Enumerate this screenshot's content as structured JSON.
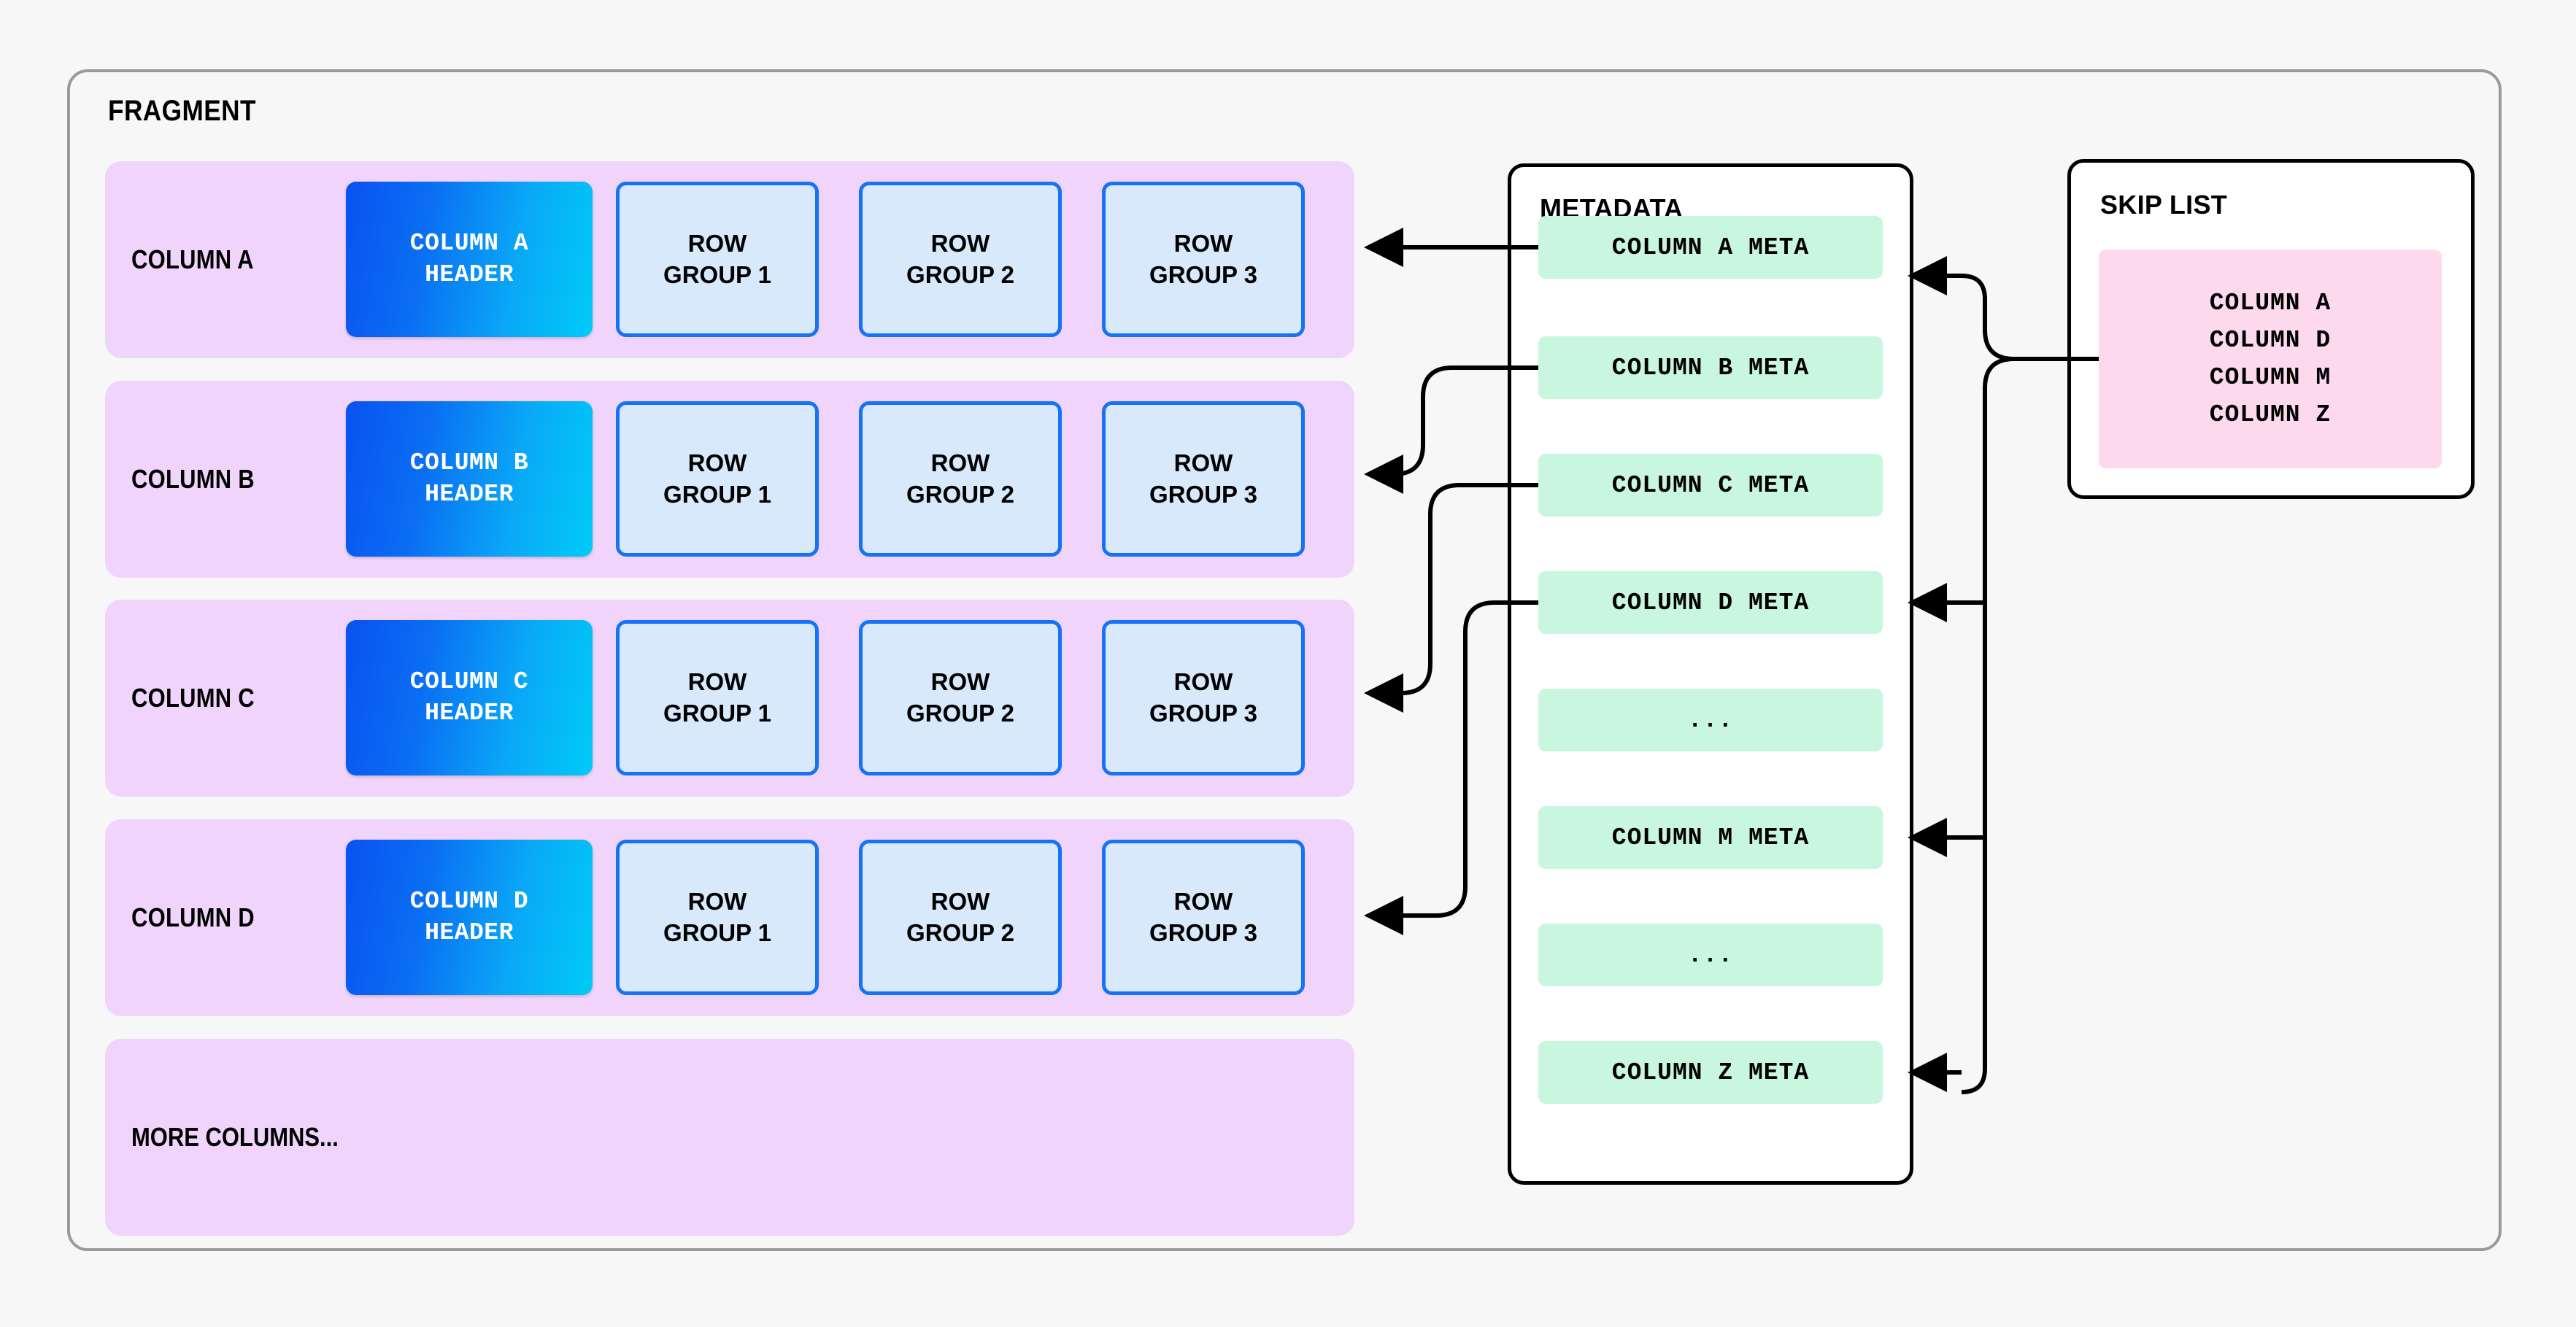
{
  "fragment": {
    "title": "FRAGMENT",
    "rows": [
      {
        "label": "COLUMN A",
        "header": "COLUMN A\nHEADER",
        "header_line1": "COLUMN A",
        "header_line2": "HEADER",
        "groups": [
          "ROW\nGROUP 1",
          "ROW\nGROUP 2",
          "ROW\nGROUP 3"
        ],
        "group_labels": [
          {
            "line1": "ROW",
            "line2": "GROUP 1"
          },
          {
            "line1": "ROW",
            "line2": "GROUP 2"
          },
          {
            "line1": "ROW",
            "line2": "GROUP 3"
          }
        ]
      },
      {
        "label": "COLUMN B",
        "header_line1": "COLUMN B",
        "header_line2": "HEADER",
        "group_labels": [
          {
            "line1": "ROW",
            "line2": "GROUP 1"
          },
          {
            "line1": "ROW",
            "line2": "GROUP 2"
          },
          {
            "line1": "ROW",
            "line2": "GROUP 3"
          }
        ]
      },
      {
        "label": "COLUMN C",
        "header_line1": "COLUMN C",
        "header_line2": "HEADER",
        "group_labels": [
          {
            "line1": "ROW",
            "line2": "GROUP 1"
          },
          {
            "line1": "ROW",
            "line2": "GROUP 2"
          },
          {
            "line1": "ROW",
            "line2": "GROUP 3"
          }
        ]
      },
      {
        "label": "COLUMN D",
        "header_line1": "COLUMN D",
        "header_line2": "HEADER",
        "group_labels": [
          {
            "line1": "ROW",
            "line2": "GROUP 1"
          },
          {
            "line1": "ROW",
            "line2": "GROUP 2"
          },
          {
            "line1": "ROW",
            "line2": "GROUP 3"
          }
        ]
      }
    ],
    "more_label": "MORE COLUMNS..."
  },
  "metadata": {
    "title": "METADATA",
    "items": [
      "COLUMN A META",
      "COLUMN B META",
      "COLUMN C META",
      "COLUMN D META",
      "...",
      "COLUMN M META",
      "...",
      "COLUMN Z META"
    ]
  },
  "skip_list": {
    "title": "SKIP LIST",
    "entries": [
      "COLUMN A",
      "COLUMN D",
      "COLUMN M",
      "COLUMN Z"
    ]
  },
  "colors": {
    "page_background": "#f7f7f7",
    "fragment_border": "#9a9a9a",
    "column_row_fill": "#f1d4fb",
    "header_gradient_start": "#0a52f0",
    "header_gradient_end": "#00cbf7",
    "row_group_fill": "#d8e9fc",
    "row_group_border": "#1673f5",
    "metadata_item_fill": "#c8f6df",
    "skip_list_fill": "#fcd9ed",
    "panel_border": "#000000",
    "arrow_stroke": "#000000"
  }
}
